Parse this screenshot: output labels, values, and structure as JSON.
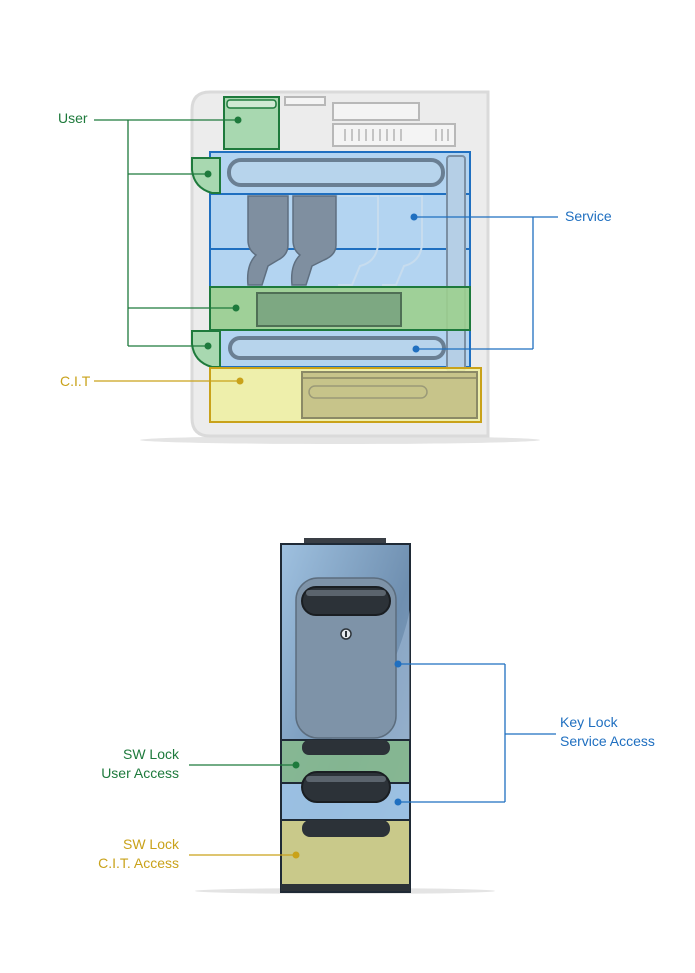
{
  "colors": {
    "user": "#1e7a3c",
    "service": "#1f6fc0",
    "cit": "#c9a21a"
  },
  "top_diagram": {
    "labels": {
      "user": "User",
      "service": "Service",
      "cit": "C.I.T"
    }
  },
  "bottom_diagram": {
    "labels": {
      "key_lock_line1": "Key Lock",
      "key_lock_line2": "Service Access",
      "sw_user_line1": "SW Lock",
      "sw_user_line2": "User Access",
      "sw_cit_line1": "SW Lock",
      "sw_cit_line2": "C.I.T. Access"
    }
  }
}
